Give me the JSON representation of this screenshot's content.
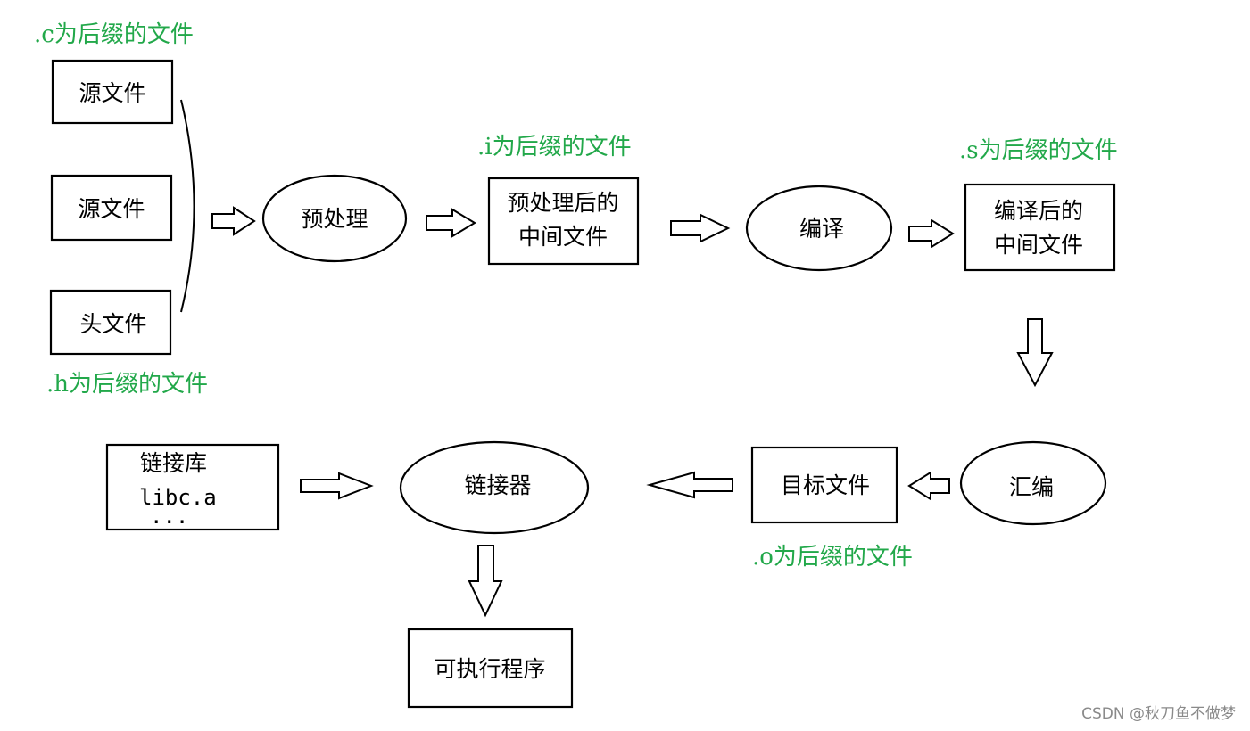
{
  "suffix_notes": {
    "c": ".c为后缀的文件",
    "i": ".i为后缀的文件",
    "s": ".s为后缀的文件",
    "h": ".h为后缀的文件",
    "o": ".o为后缀的文件"
  },
  "nodes": {
    "source_file_1": "源文件",
    "source_file_2": "源文件",
    "header_file": "头文件",
    "preprocess": "预处理",
    "preprocessed_line1": "预处理后的",
    "preprocessed_line2": "中间文件",
    "compile": "编译",
    "compiled_line1": "编译后的",
    "compiled_line2": "中间文件",
    "assemble": "汇编",
    "object_file": "目标文件",
    "linker": "链接器",
    "library_line1": "链接库",
    "library_line2": "libc.a",
    "library_line3": "...",
    "executable": "可执行程序"
  },
  "watermark": "CSDN @秋刀鱼不做梦",
  "colors": {
    "note_text": "#22a84a",
    "stroke": "#000000",
    "background": "#ffffff",
    "watermark": "#8a8a8a"
  }
}
